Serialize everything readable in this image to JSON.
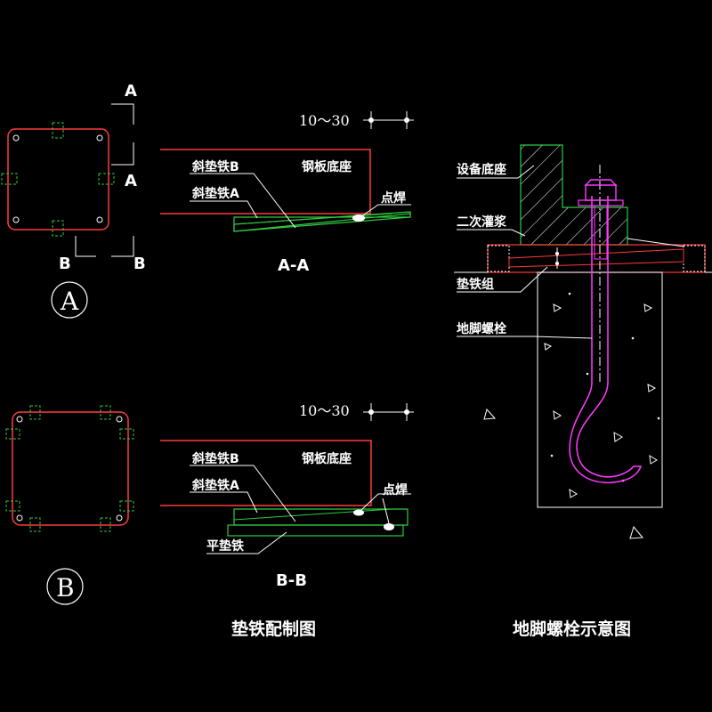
{
  "colors": {
    "background": "#000000",
    "plate_outline": "#ff3b3b",
    "shim": "#2ecc40",
    "text": "#ffffff",
    "bolt": "#ff3bff",
    "grout": "#ff3b3b"
  },
  "plan_a": {
    "circle_label": "A",
    "cut_a_top": "A",
    "cut_a_bottom": "A",
    "cut_b_left": "B",
    "cut_b_right": "B"
  },
  "plan_b": {
    "circle_label": "B"
  },
  "section_aa": {
    "dimension": "10～30",
    "label_shim_b": "斜垫铁B",
    "label_base": "钢板底座",
    "label_shim_a": "斜垫铁A",
    "label_weld": "点焊",
    "title": "A-A"
  },
  "section_bb": {
    "dimension": "10～30",
    "label_shim_b": "斜垫铁B",
    "label_base": "钢板底座",
    "label_shim_a": "斜垫铁A",
    "label_weld": "点焊",
    "label_flat": "平垫铁",
    "title": "B-B"
  },
  "bolt_detail": {
    "label_base": "设备底座",
    "label_grout": "二次灌浆",
    "label_shim_group": "垫铁组",
    "label_bolt": "地脚螺栓"
  },
  "titles": {
    "left": "垫铁配制图",
    "right": "地脚螺栓示意图"
  }
}
